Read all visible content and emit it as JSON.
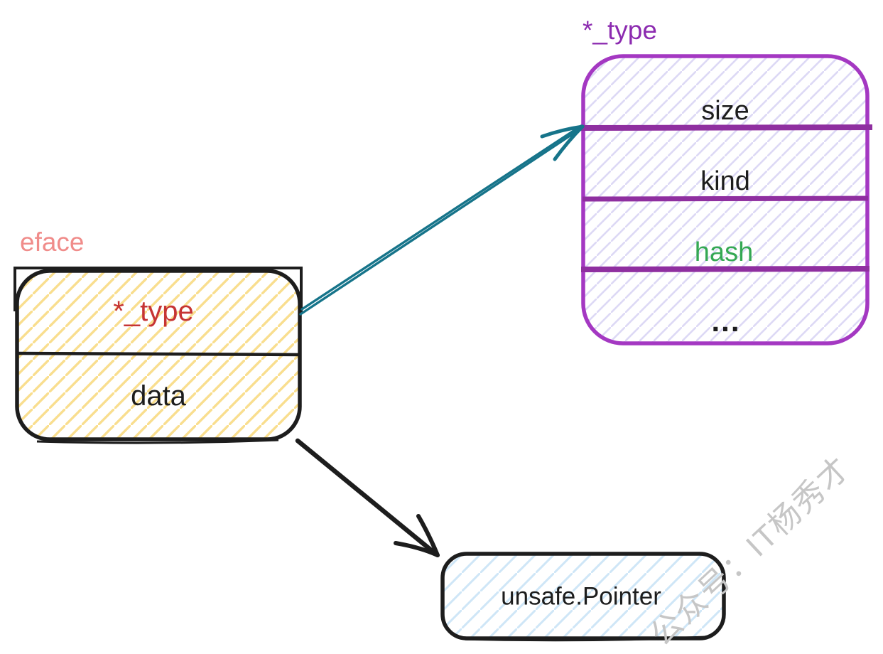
{
  "eface": {
    "title": "eface",
    "rows": [
      {
        "label": "*_type"
      },
      {
        "label": "data"
      }
    ]
  },
  "type_struct": {
    "title": "*_type",
    "rows": [
      {
        "label": "size"
      },
      {
        "label": "kind"
      },
      {
        "label": "hash"
      },
      {
        "label": "..."
      }
    ]
  },
  "unsafe_pointer": {
    "label": "unsafe.Pointer"
  },
  "watermark": {
    "text": "公众号：IT杨秀才"
  },
  "colors": {
    "ink": "#1d1d1d",
    "eface_title": "#f08c8a",
    "eface_row_type": "#c63434",
    "eface_hatch": "#f9de8e",
    "type_title": "#8c2bb0",
    "type_border": "#a438c2",
    "type_divider": "#8f2fa0",
    "type_hatch": "#ddd9f5",
    "hash_green": "#34a853",
    "type_arrow_teal": "#16748a",
    "unsafe_hatch": "#cfe6f7",
    "watermark_gray": "#c6c6c6"
  }
}
